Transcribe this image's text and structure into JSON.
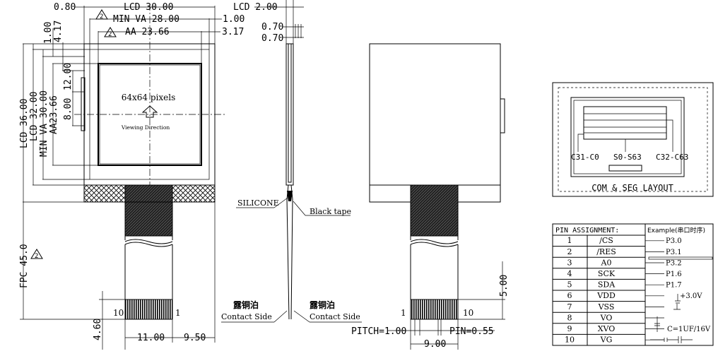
{
  "front_view": {
    "dims": {
      "d080": "0.80",
      "lcd_w": "LCD 30.00",
      "min_va_w": "MIN VA 28.00",
      "d100_a": "1.00",
      "aa_w": "AA 23.66",
      "d317": "3.17",
      "d100_b": "1.00",
      "d417": "4.17",
      "d1200": "12.00",
      "d800": "8.00",
      "aa_h": "AA23.66",
      "min_va_h": "MIN VA 30.00",
      "lcd_32": "LCD 32.00",
      "lcd_36": "LCD 36.00",
      "fpc": "FPC 45.0",
      "d460": "4.60",
      "d1100": "11.00",
      "d950": "9.50",
      "pin_10": "10",
      "pin_1": "1"
    },
    "rev_mark": "2",
    "resolution": "64x64 pixels",
    "viewing_direction": "Viewing Direction"
  },
  "side_view": {
    "dims": {
      "lcd_t": "LCD 2.00",
      "d070_a": "0.70",
      "d070_b": "0.70"
    },
    "silicone": "SILICONE",
    "black_tape": "Black tape",
    "contact_left": {
      "cn": "露铜泊",
      "en": "Contact Side"
    },
    "contact_right": {
      "cn": "露铜泊",
      "en": "Contact Side"
    }
  },
  "back_view": {
    "dims": {
      "d500": "5.00",
      "pitch": "PITCH=1.00",
      "pin": "PIN=0.55",
      "d900": "9.00",
      "pin_1": "1",
      "pin_10": "10"
    }
  },
  "com_seg_layout": {
    "title": "COM & SEG LAYOUT",
    "c31_c0": "C31-C0",
    "s0_s63": "S0-S63",
    "c32_c63": "C32-C63"
  },
  "pin_assignment": {
    "header": "PIN ASSIGNMENT:",
    "example": "Example(串口时序)",
    "rows": [
      {
        "no": "1",
        "name": "/CS",
        "conn": "P3.0"
      },
      {
        "no": "2",
        "name": "/RES",
        "conn": "P3.1"
      },
      {
        "no": "3",
        "name": "A0",
        "conn": "P3.2"
      },
      {
        "no": "4",
        "name": "SCK",
        "conn": "P1.6"
      },
      {
        "no": "5",
        "name": "SDA",
        "conn": "P1.7"
      },
      {
        "no": "6",
        "name": "VDD",
        "conn": "+3.0V"
      },
      {
        "no": "7",
        "name": "VSS",
        "conn": ""
      },
      {
        "no": "8",
        "name": "VO",
        "conn": ""
      },
      {
        "no": "9",
        "name": "XVO",
        "conn": "C=1UF/16V"
      },
      {
        "no": "10",
        "name": "VG",
        "conn": ""
      }
    ]
  }
}
